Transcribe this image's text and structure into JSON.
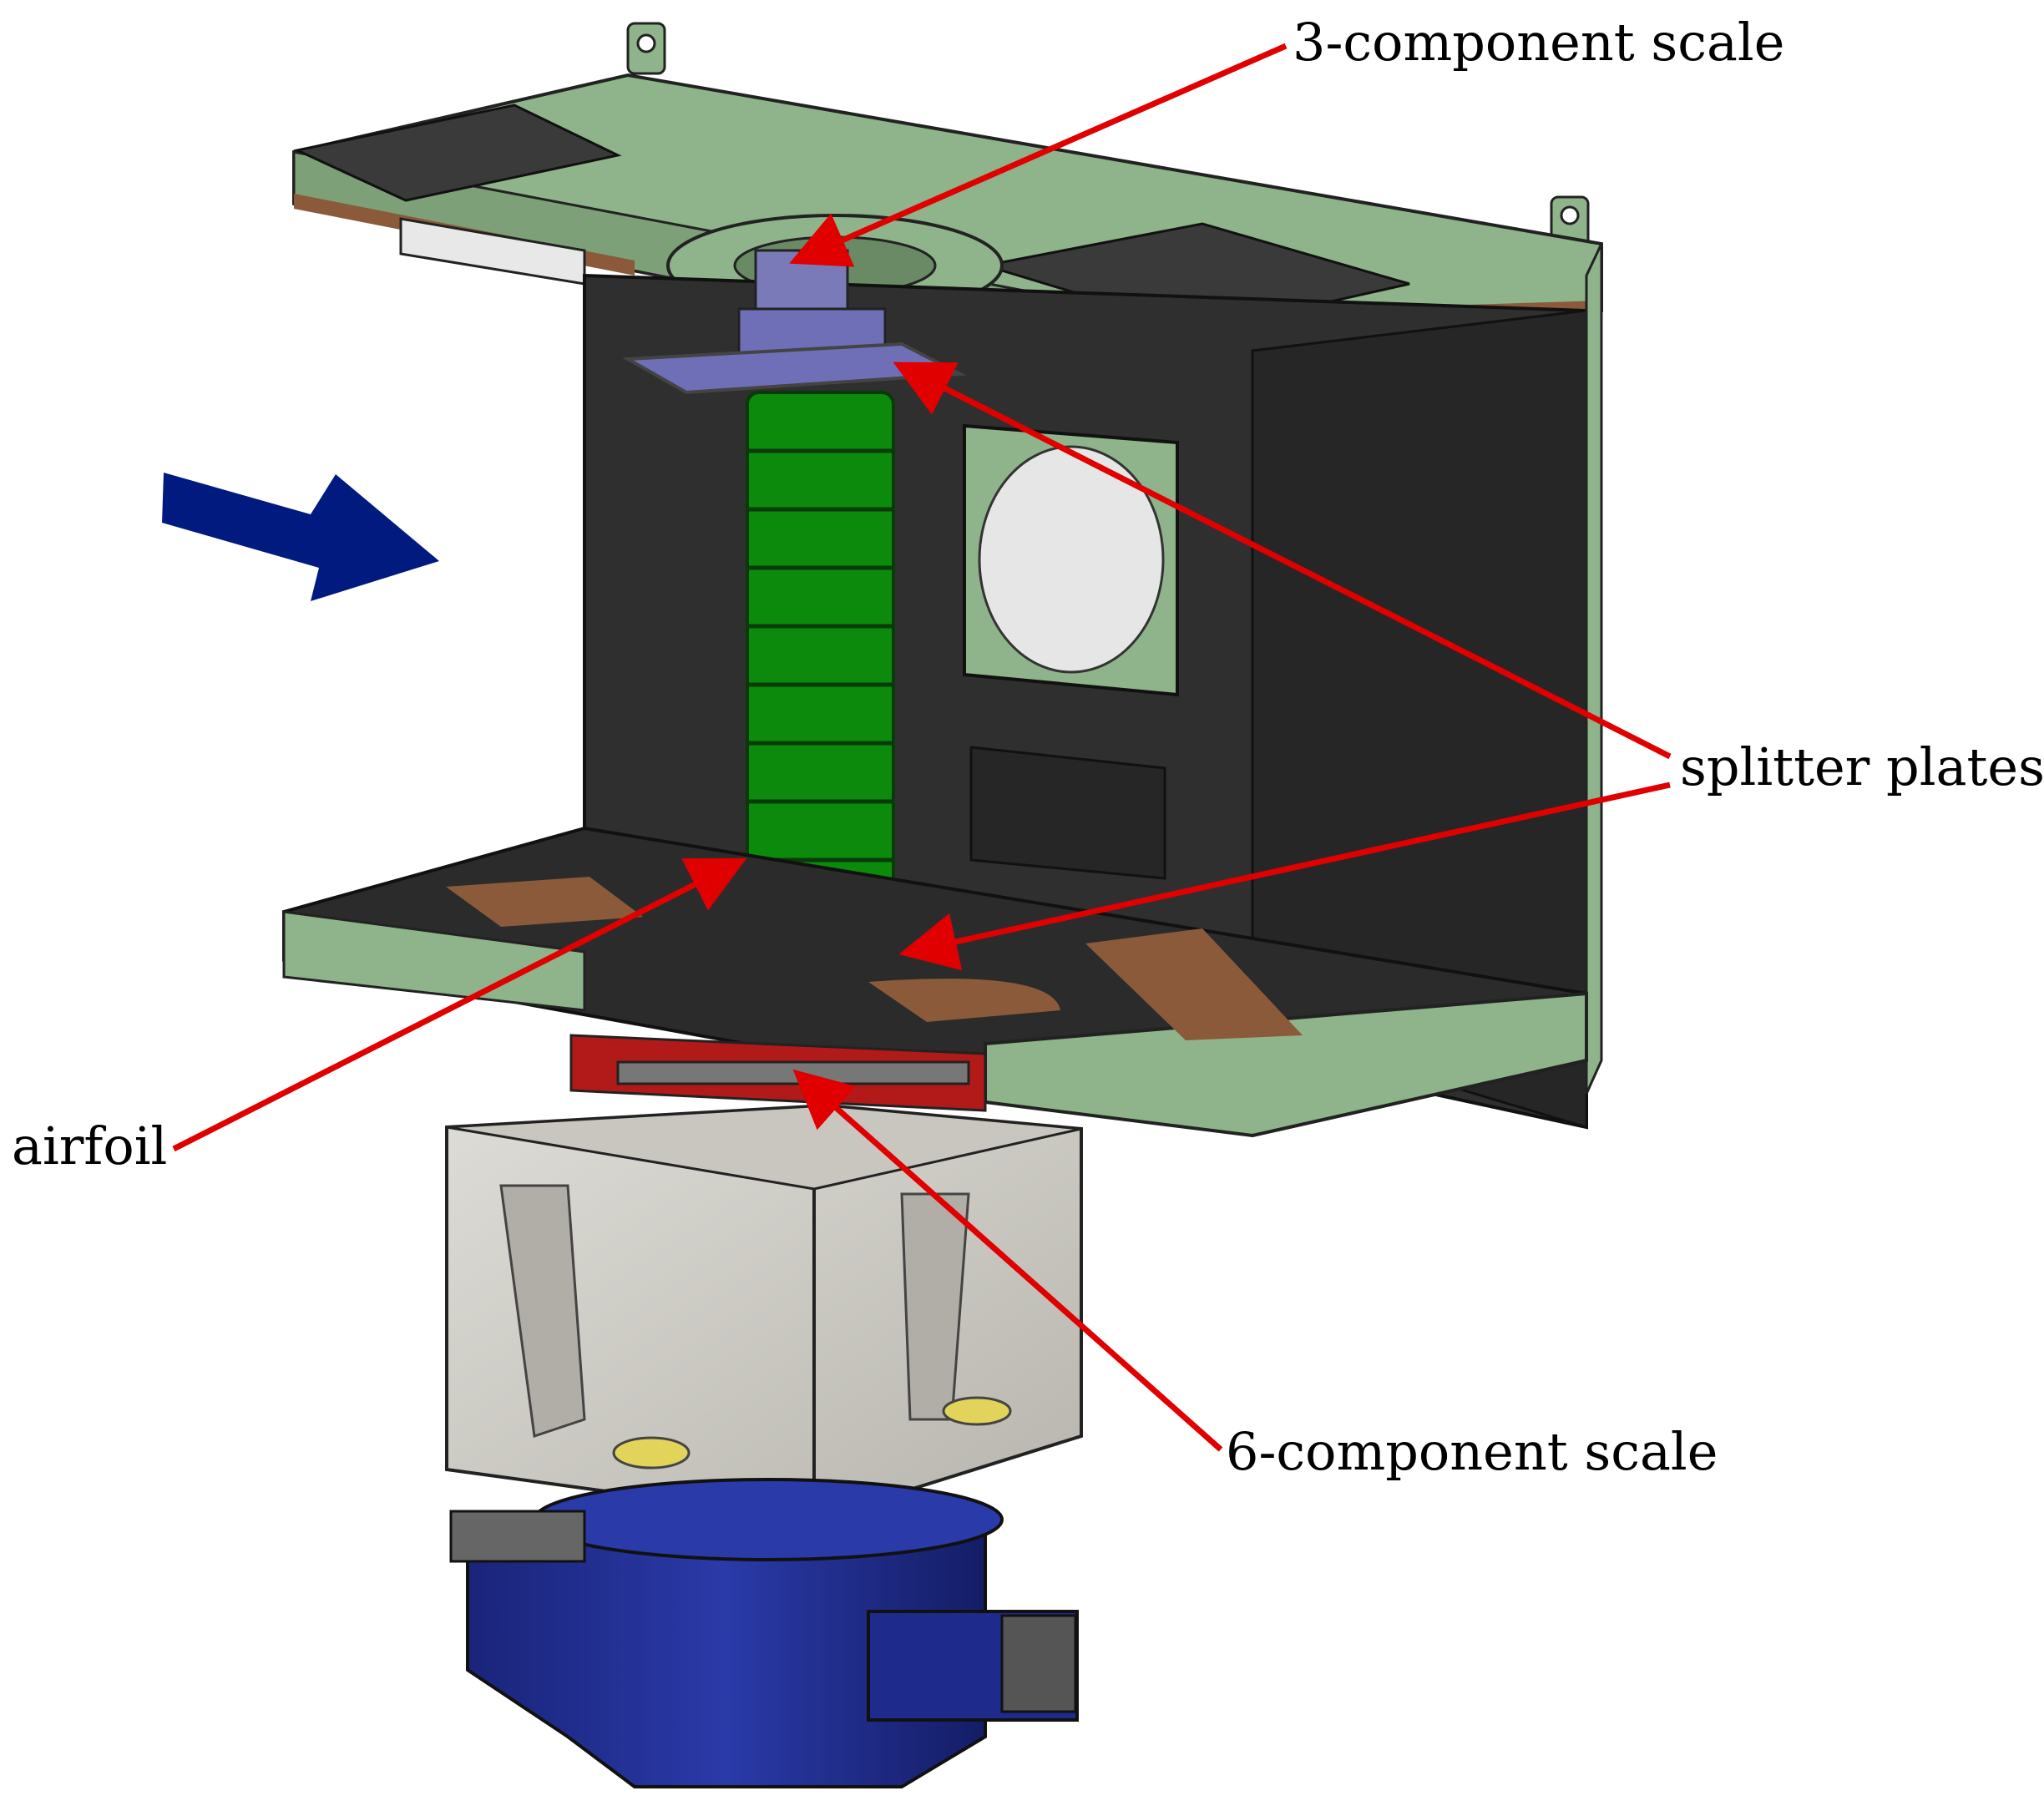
{
  "labels": {
    "three_component_scale": "3-component scale",
    "splitter_plates": "splitter plates",
    "airfoil": "airfoil",
    "six_component_scale": "6-component scale"
  },
  "colors": {
    "frame": "#8fb38a",
    "frame_dark": "#5f7f5a",
    "chamber": "#2f2f2f",
    "airfoil": "#0b8a0b",
    "plate": "#6f6fb8",
    "cork": "#8a5a3a",
    "scale_beam": "#b21a1a",
    "pedestal": "#1e2a8c",
    "callout": "#e00000",
    "flow_arrow": "#001a80",
    "window": "#e6e6e6"
  },
  "icons": {
    "flow_direction": "flow-arrow-icon"
  }
}
